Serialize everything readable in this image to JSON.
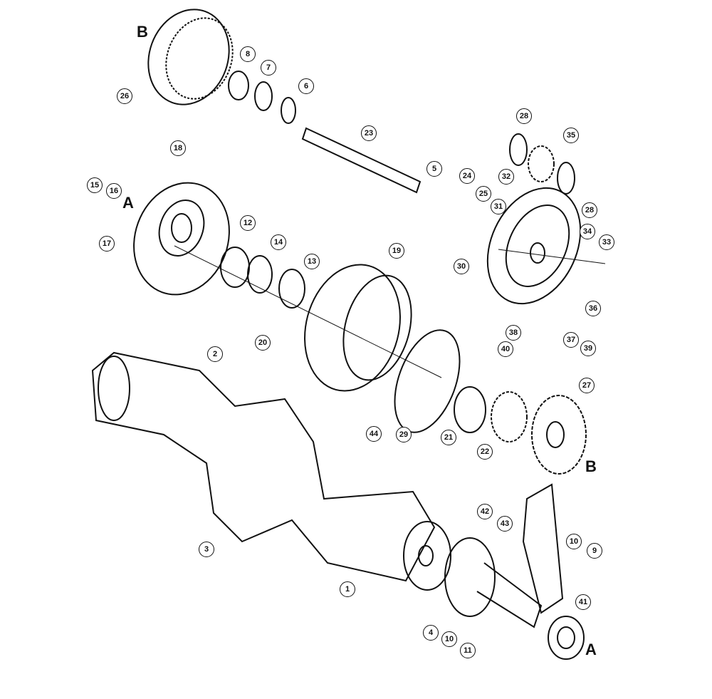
{
  "diagram": {
    "type": "exploded parts diagram",
    "callouts": [
      "26",
      "8",
      "7",
      "6",
      "23",
      "28",
      "35",
      "18",
      "15",
      "16",
      "17",
      "5",
      "24",
      "32",
      "25",
      "31",
      "28",
      "12",
      "14",
      "13",
      "19",
      "30",
      "34",
      "33",
      "36",
      "38",
      "37",
      "40",
      "39",
      "20",
      "2",
      "27",
      "44",
      "29",
      "21",
      "22",
      "3",
      "42",
      "43",
      "10",
      "9",
      "1",
      "41",
      "4",
      "10",
      "11"
    ],
    "section_letters": [
      "B",
      "A",
      "B",
      "A"
    ]
  }
}
